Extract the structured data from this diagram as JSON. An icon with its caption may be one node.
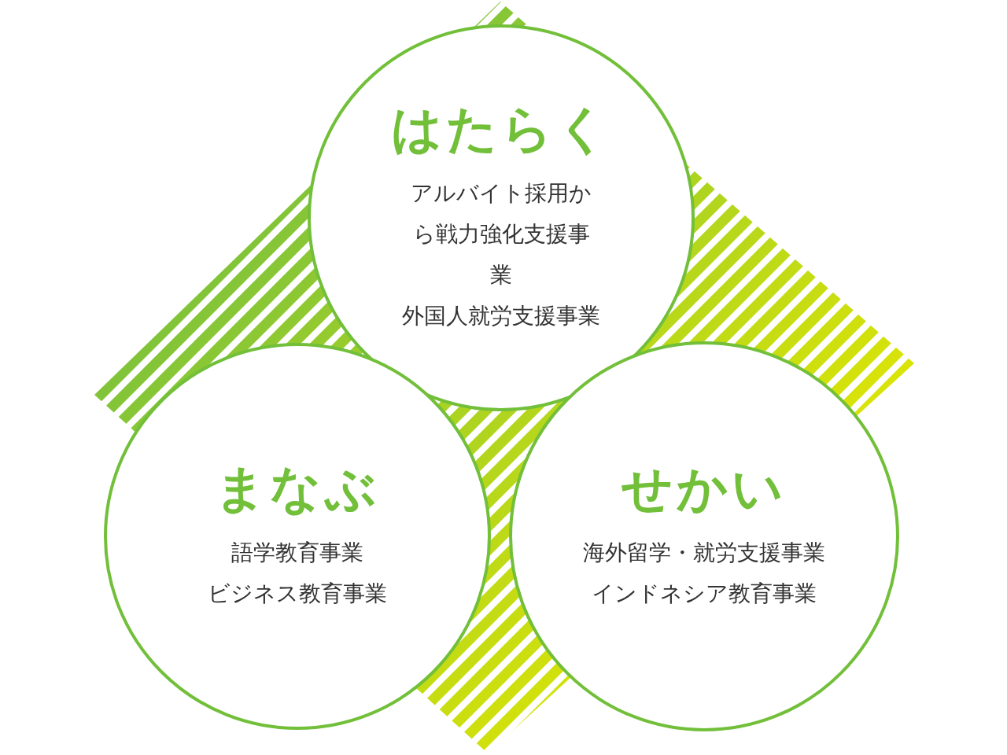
{
  "diagram": {
    "nodes": [
      {
        "text": [
          "はたらく",
          "アルバイト採用から戦力強化支援事業",
          "外国人就労支援事業"
        ]
      },
      {
        "text": [
          "まなぶ",
          "語学教育事業",
          "ビジネス教育事業"
        ]
      },
      {
        "text": [
          "せかい",
          "海外留学・就労支援事業",
          "インドネシア教育事業"
        ]
      }
    ]
  }
}
